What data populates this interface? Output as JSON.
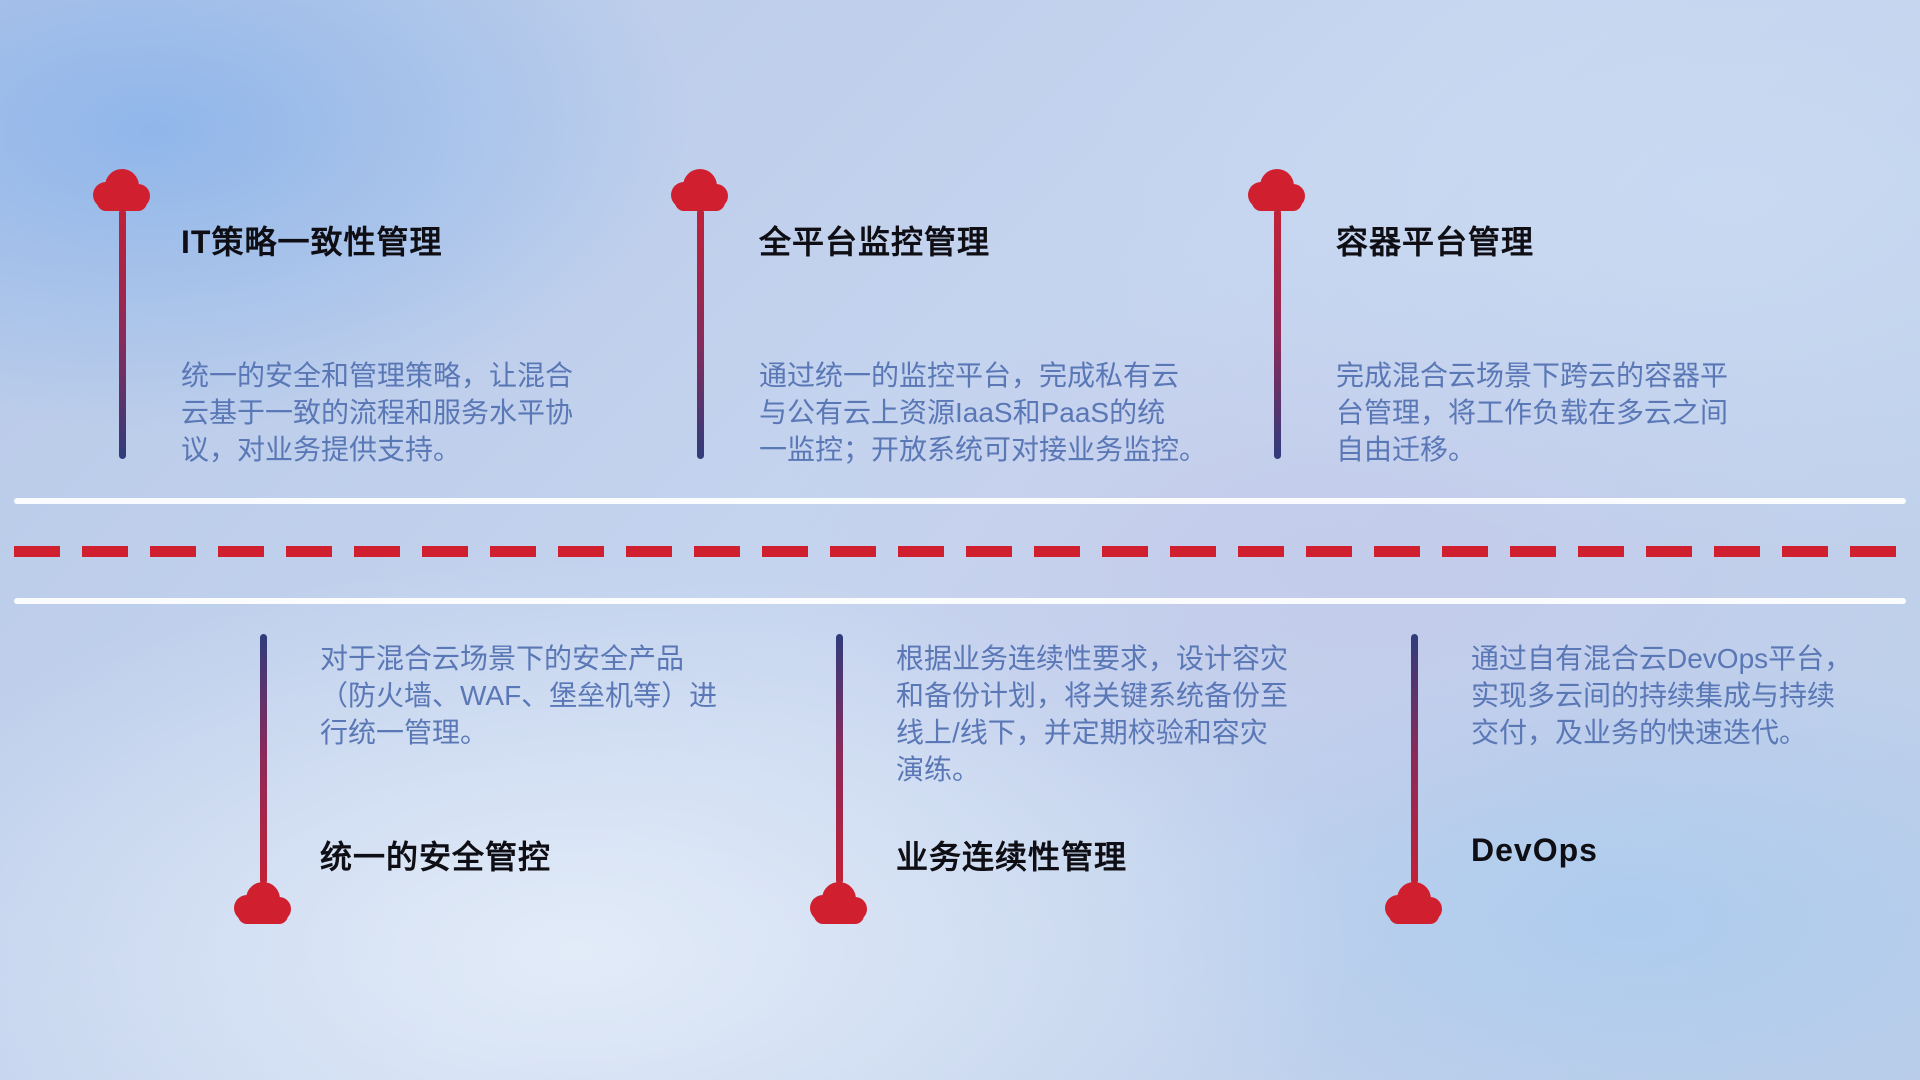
{
  "colors": {
    "accent_red": "#d02030",
    "accent_navy": "#2f3c7c",
    "title_color": "#0e0e14",
    "desc_color": "#5a77b6",
    "road_white": "#ffffff"
  },
  "top_items": [
    {
      "title": "IT策略一致性管理",
      "desc": "统一的安全和管理策略，让混合\n云基于一致的流程和服务水平协\n议，对业务提供支持。"
    },
    {
      "title": "全平台监控管理",
      "desc": "通过统一的监控平台，完成私有云\n与公有云上资源IaaS和PaaS的统\n一监控；开放系统可对接业务监控。"
    },
    {
      "title": "容器平台管理",
      "desc": "完成混合云场景下跨云的容器平\n台管理，将工作负载在多云之间\n自由迁移。"
    }
  ],
  "bottom_items": [
    {
      "title": "统一的安全管控",
      "desc": "对于混合云场景下的安全产品\n（防火墙、WAF、堡垒机等）进\n行统一管理。"
    },
    {
      "title": "业务连续性管理",
      "desc": "根据业务连续性要求，设计容灾\n和备份计划，将关键系统备份至\n线上/线下，并定期校验和容灾\n演练。"
    },
    {
      "title": "DevOps",
      "desc": "通过自有混合云DevOps平台，\n实现多云间的持续集成与持续\n交付，及业务的快速迭代。"
    }
  ]
}
